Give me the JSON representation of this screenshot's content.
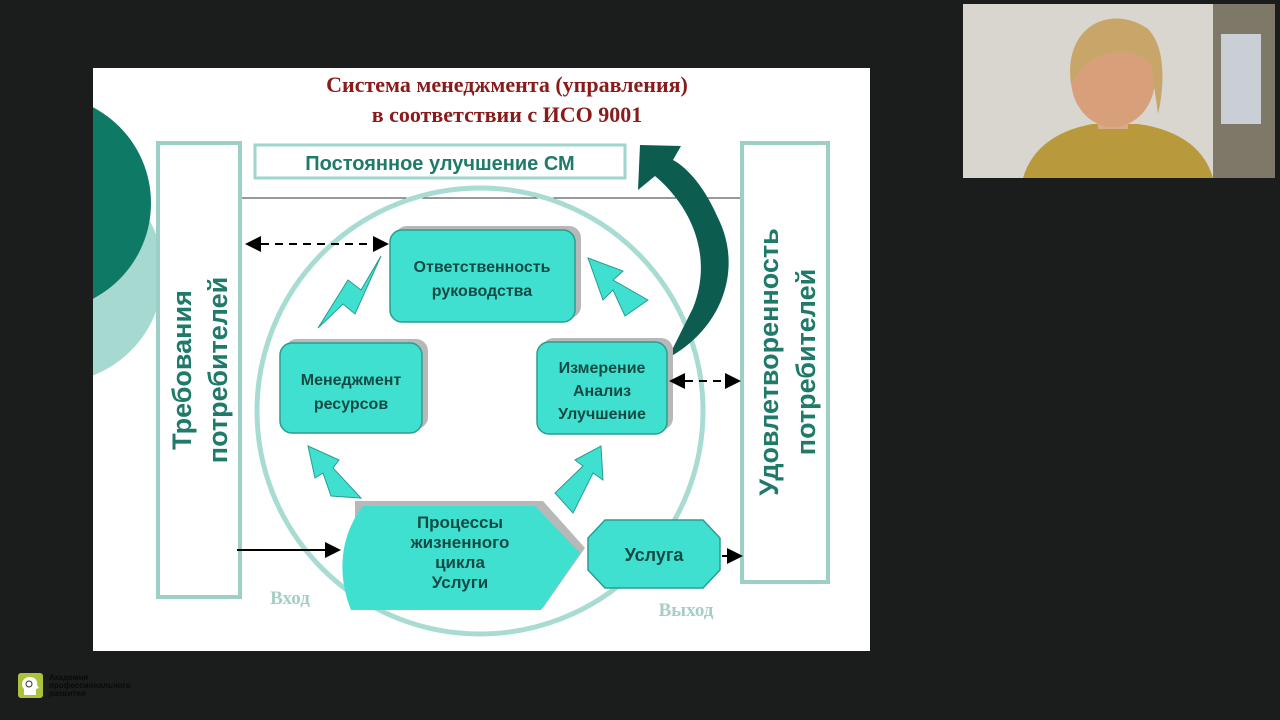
{
  "slide": {
    "title_line1": "Система  менеджмента (управления)",
    "title_line2": "в соответствии с ИСО 9001",
    "improvement_label": "Постоянное улучшение СМ",
    "left_bar": {
      "line1": "Требования",
      "line2": "потребителей"
    },
    "right_bar": {
      "line1": "Удовлетворенность",
      "line2": "потребителей"
    },
    "boxes": {
      "responsibility": [
        "Ответственность",
        "руководства"
      ],
      "resources": [
        "Менеджмент",
        "ресурсов"
      ],
      "measurement": [
        "Измерение",
        "Анализ",
        "Улучшение"
      ],
      "processes": [
        "Процессы",
        "жизненного",
        "цикла",
        "Услуги"
      ],
      "service": "Услуга"
    },
    "input_label": "Вход",
    "output_label": "Выход"
  },
  "logo": {
    "line1": "Академия",
    "line2": "профессионального",
    "line3": "развития"
  },
  "colors": {
    "teal_fill": "#40e0d0",
    "dark_teal": "#0d5c50",
    "title_red": "#8b1a1a",
    "text_teal": "#1f7a6a"
  }
}
